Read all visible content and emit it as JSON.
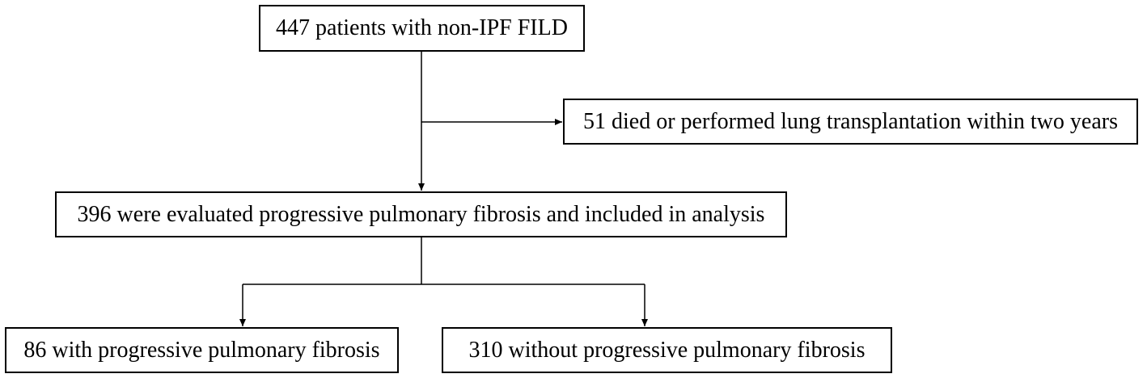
{
  "boxes": {
    "start": "447 patients with non-IPF FILD",
    "excluded": "51 died or performed lung transplantation within two years",
    "included": "396 were evaluated progressive pulmonary fibrosis and included in analysis",
    "with_ppf": "86 with progressive pulmonary fibrosis",
    "without_ppf": "310 without progressive pulmonary fibrosis"
  },
  "colors": {
    "line": "#000000",
    "box_border": "#000000",
    "background": "#ffffff"
  }
}
